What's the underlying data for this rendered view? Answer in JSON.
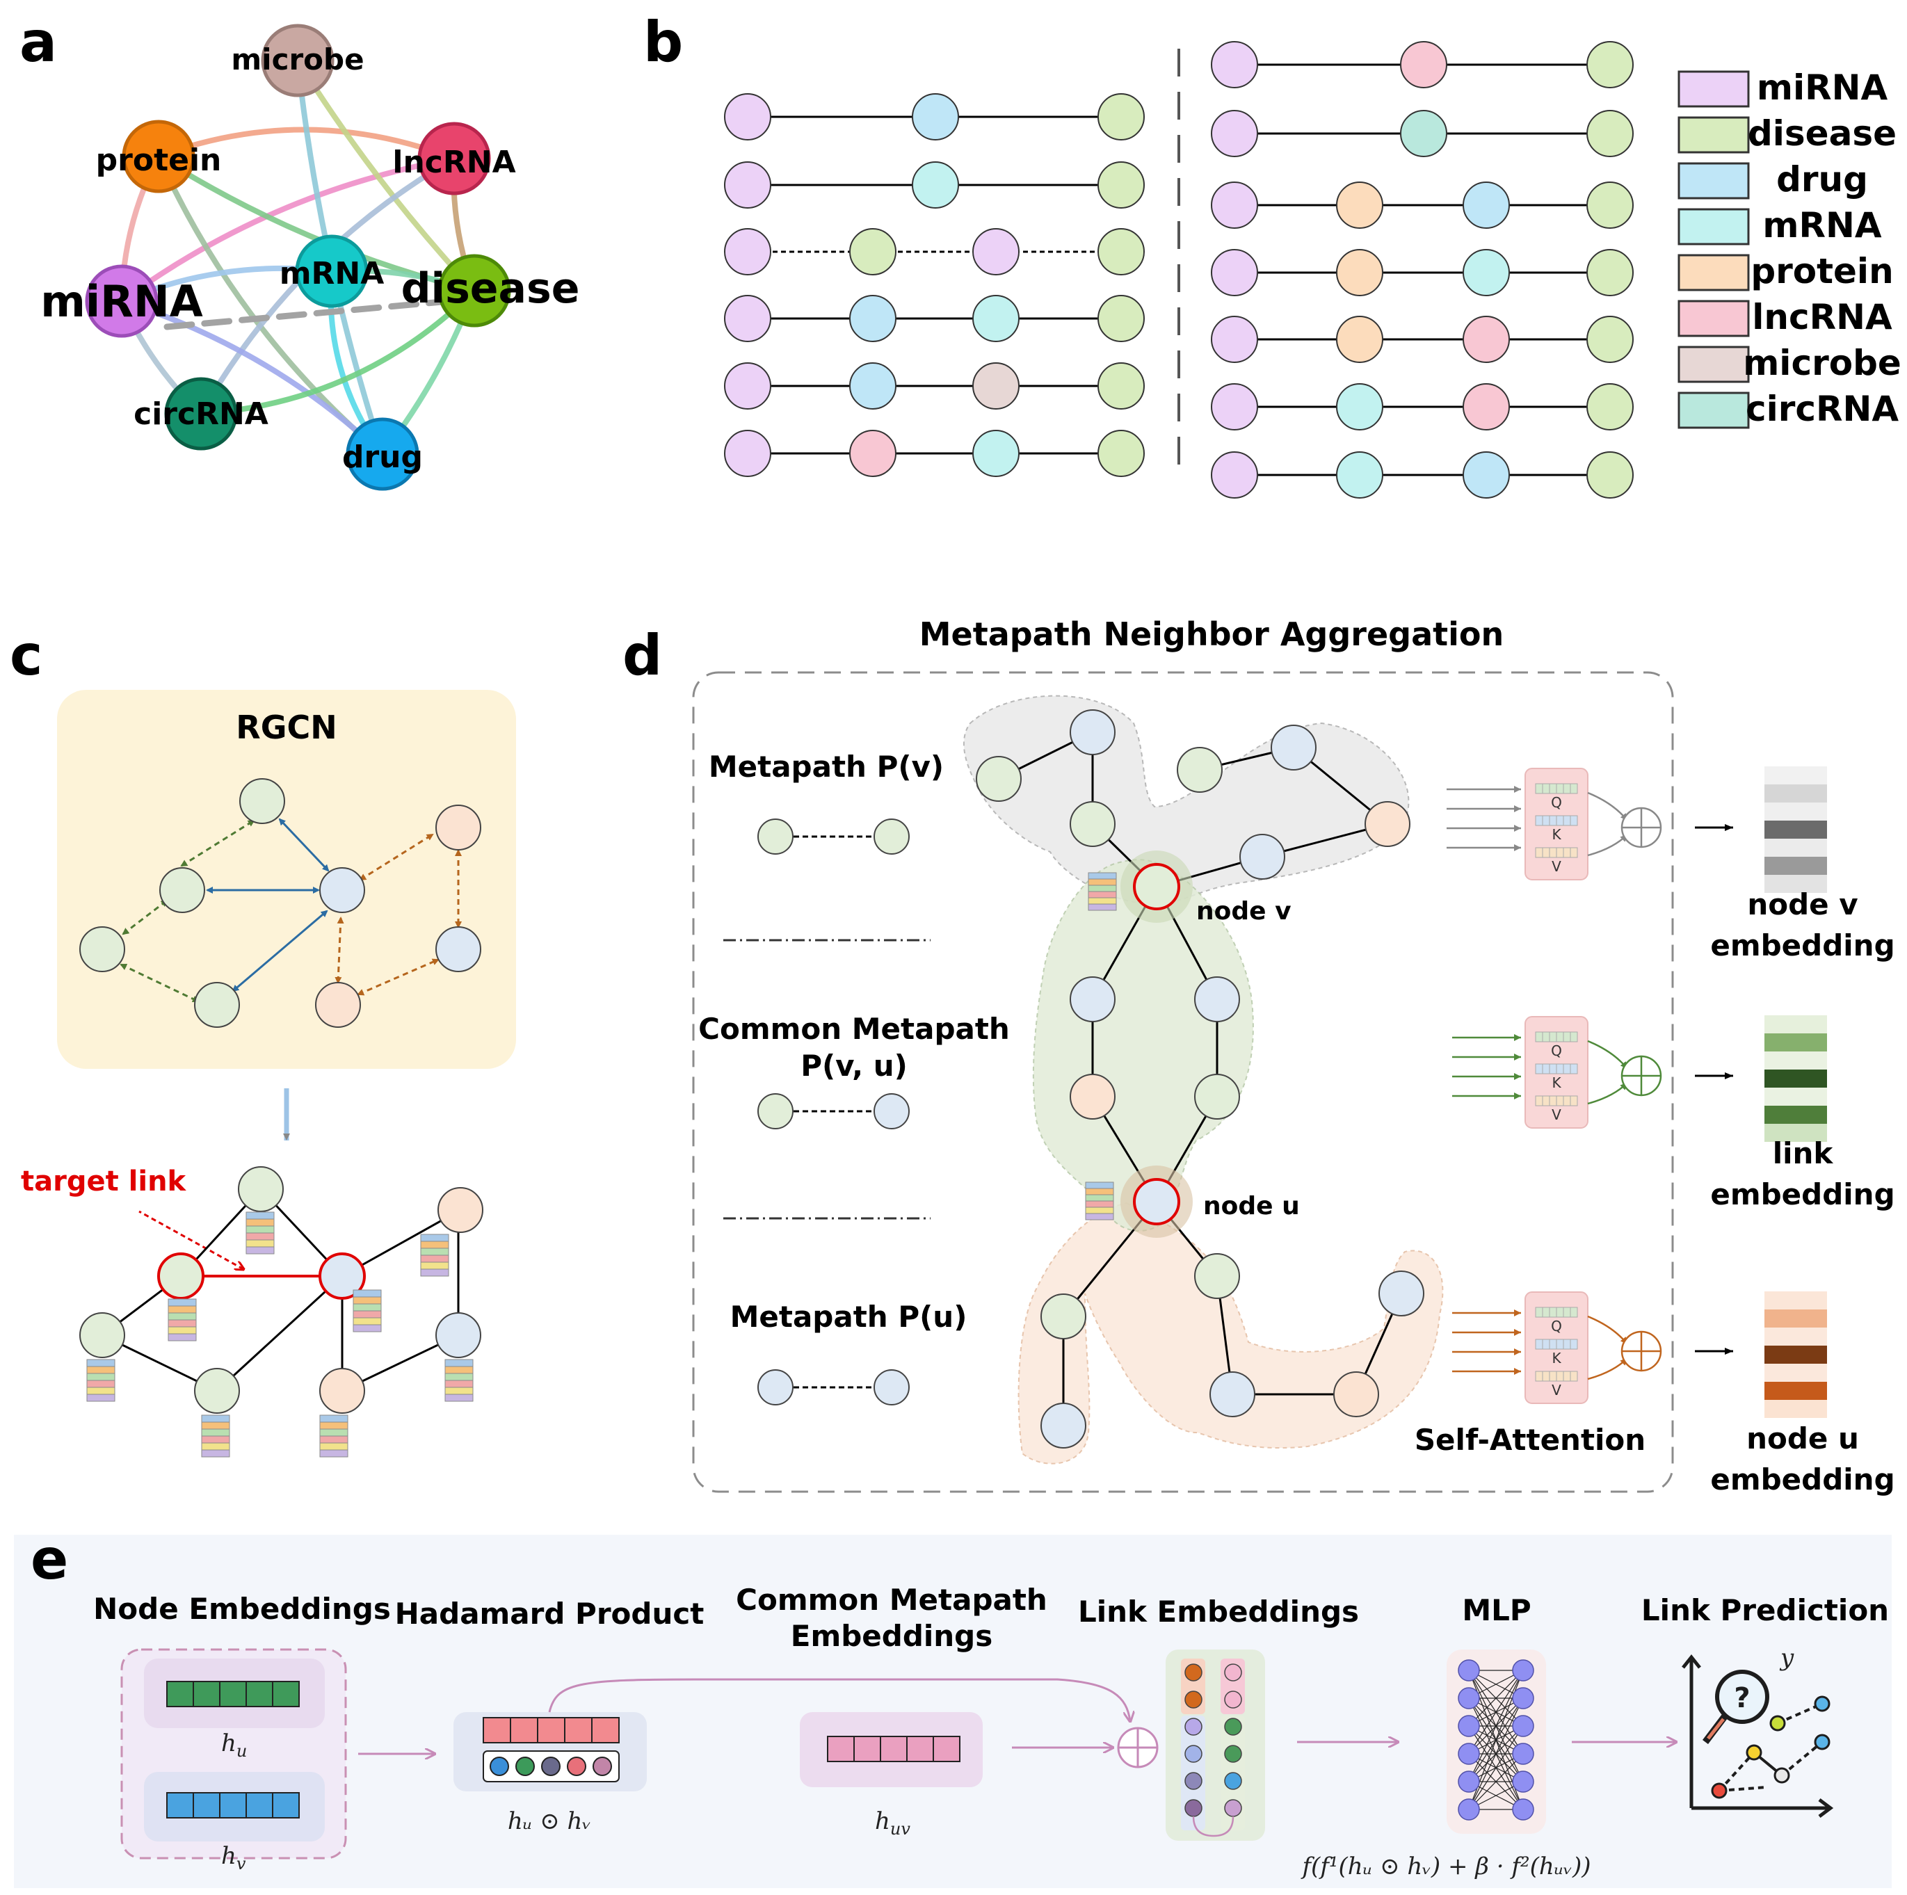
{
  "panels": {
    "a": "a",
    "b": "b",
    "c": "c",
    "d": "d",
    "e": "e"
  },
  "colors": {
    "miRNA": "#ecd2f7",
    "disease": "#d8ecbe",
    "drug": "#bfe6f7",
    "mRNA": "#c2f2f0",
    "protein": "#fcdcbc",
    "lncRNA": "#f8c7d3",
    "microbe": "#e7d7d5",
    "circRNA": "#b9e8dd",
    "rgcn_green": "#e2eed9",
    "rgcn_blue": "#dde8f4",
    "rgcn_orange": "#fbe3d2"
  },
  "network_a": {
    "microbe": "microbe",
    "protein": "protein",
    "lncRNA": "lncRNA",
    "mRNA": "mRNA",
    "miRNA": "miRNA",
    "disease": "disease",
    "circRNA": "circRNA",
    "drug": "drug"
  },
  "metapaths_b": {
    "left": [
      {
        "nodes": [
          "miRNA",
          "drug",
          "disease"
        ],
        "dashed": false
      },
      {
        "nodes": [
          "miRNA",
          "mRNA",
          "disease"
        ],
        "dashed": false
      },
      {
        "nodes": [
          "miRNA",
          "disease",
          "miRNA",
          "disease"
        ],
        "dashed": true
      },
      {
        "nodes": [
          "miRNA",
          "drug",
          "mRNA",
          "disease"
        ],
        "dashed": false
      },
      {
        "nodes": [
          "miRNA",
          "drug",
          "microbe",
          "disease"
        ],
        "dashed": false
      },
      {
        "nodes": [
          "miRNA",
          "lncRNA",
          "mRNA",
          "disease"
        ],
        "dashed": false
      }
    ],
    "right": [
      {
        "nodes": [
          "miRNA",
          "lncRNA",
          "disease"
        ]
      },
      {
        "nodes": [
          "miRNA",
          "circRNA",
          "disease"
        ]
      },
      {
        "nodes": [
          "miRNA",
          "protein",
          "drug",
          "disease"
        ]
      },
      {
        "nodes": [
          "miRNA",
          "protein",
          "mRNA",
          "disease"
        ]
      },
      {
        "nodes": [
          "miRNA",
          "protein",
          "lncRNA",
          "disease"
        ]
      },
      {
        "nodes": [
          "miRNA",
          "mRNA",
          "lncRNA",
          "disease"
        ]
      },
      {
        "nodes": [
          "miRNA",
          "mRNA",
          "drug",
          "disease"
        ]
      }
    ]
  },
  "legend_b": [
    {
      "label": "miRNA",
      "type": "miRNA"
    },
    {
      "label": "disease",
      "type": "disease"
    },
    {
      "label": "drug",
      "type": "drug"
    },
    {
      "label": "mRNA",
      "type": "mRNA"
    },
    {
      "label": "protein",
      "type": "protein"
    },
    {
      "label": "lncRNA",
      "type": "lncRNA"
    },
    {
      "label": "microbe",
      "type": "microbe"
    },
    {
      "label": "circRNA",
      "type": "circRNA"
    }
  ],
  "panel_c": {
    "title": "RGCN",
    "target_link": "target link"
  },
  "panel_d": {
    "title": "Metapath Neighbor Aggregation",
    "metapath_v": "Metapath P(v)",
    "common_1": "Common Metapath",
    "common_2": "P(v, u)",
    "metapath_u": "Metapath P(u)",
    "node_v": "node v",
    "node_u": "node u",
    "self_attention": "Self-Attention",
    "q": "Q",
    "k": "K",
    "v": "V",
    "emb_v_1": "node v",
    "emb_v_2": "embedding",
    "emb_link_1": "link",
    "emb_link_2": "embedding",
    "emb_u_1": "node u",
    "emb_u_2": "embedding"
  },
  "panel_e": {
    "node_embeddings": "Node Embeddings",
    "hadamard": "Hadamard Product",
    "common_1": "Common Metapath",
    "common_2": "Embeddings",
    "link_embeddings": "Link Embeddings",
    "mlp": "MLP",
    "link_prediction": "Link Prediction",
    "h_u": "h",
    "h_u_sub": "u",
    "h_v": "h",
    "h_v_sub": "v",
    "hadamard_formula": "hᵤ ⊙ hᵥ",
    "h_uv": "h",
    "h_uv_sub": "uv",
    "y": "y",
    "formula": "f(f¹(hᵤ ⊙ hᵥ) + β · f²(hᵤᵥ))"
  }
}
